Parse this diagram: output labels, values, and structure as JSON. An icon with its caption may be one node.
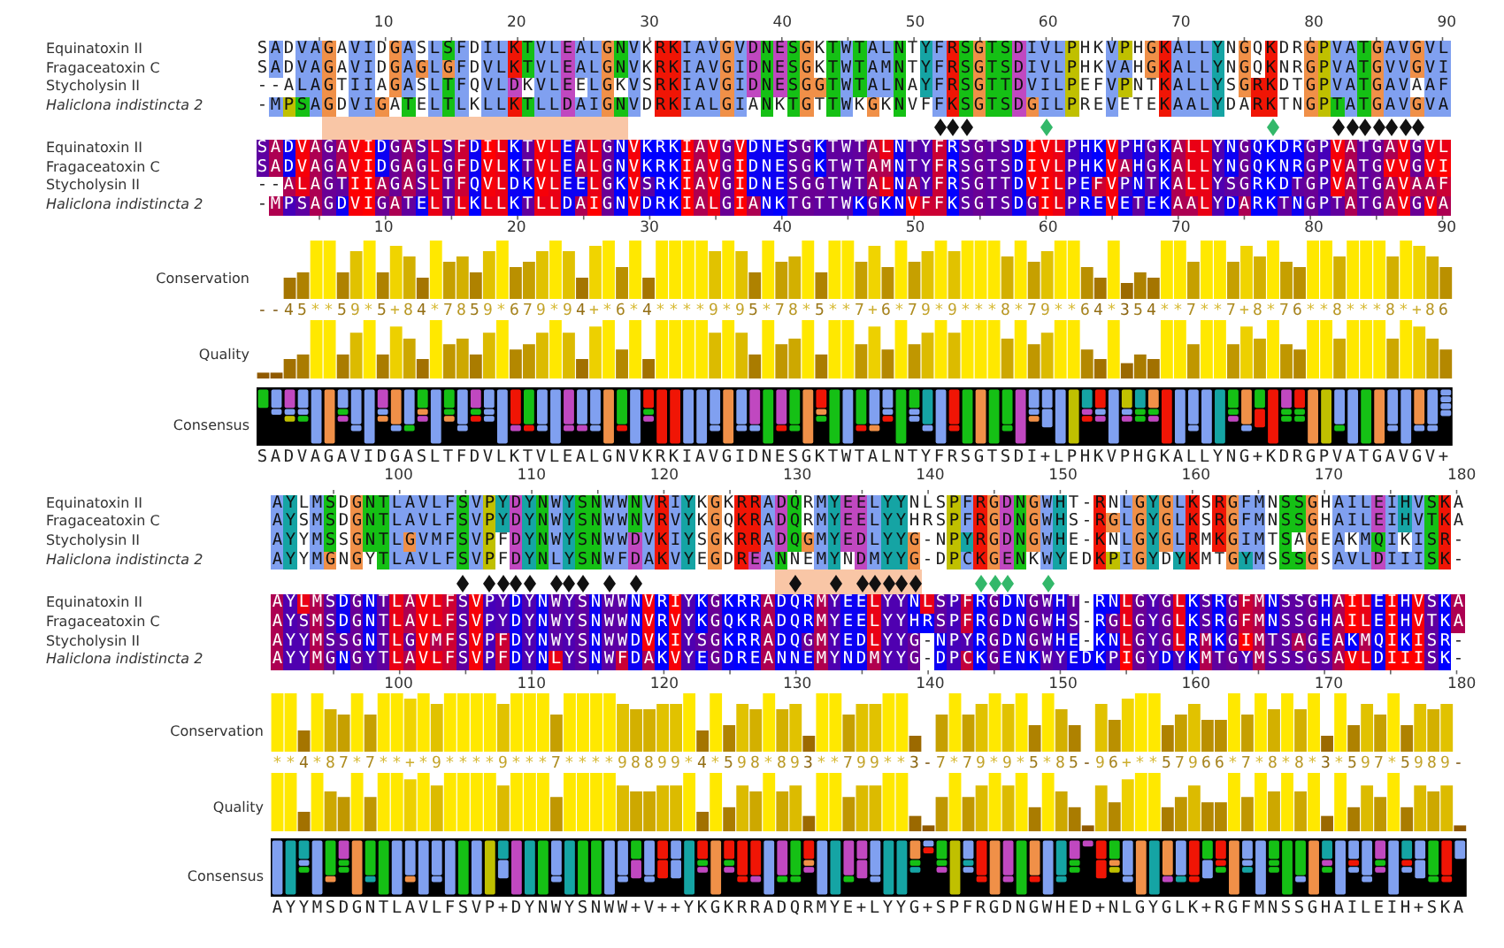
{
  "diagram": {
    "labels": [
      "10",
      "20",
      "30",
      "40",
      "50",
      "60",
      "70",
      "80",
      "90",
      "Equinatoxin II",
      "SADVAGAVIDGASLSFDILKTVLEALGNVKRKIAVGVDNESGKTWTALNTYFRSGTSDIVLPHKVPHGKALLYNGQKDRGPVATGAVGVL",
      "Fragaceatoxin C",
      "SADVAGAVIDGAGLGFDVLKTVLEALGNVKRKIAVGIDNESGKTWTAMNTYFRSGTSDIVLPHKVAHGKALLYNGQKNRGPVATGVVGVI",
      "Stycholysin II",
      "--ALAGTIIAGASLTFQVLDKVLEELGKVSRKIAVGIDNESGGTWTALNAYFRSGTTDVILPEFVPNTKALLYSGRKDTGPVATGAVAAF",
      "Haliclona indistincta 2",
      "-MPSAGDVIGATELTLKLLKTLLDAIGNVDRKIALGIANKTGTTWKGKNVFFKSGTSDGILPREVETEKAALYDARKTNGPTATGAVGVA",
      "Equinatoxin II",
      "SADVAGAVIDGASLSFDILKTVLEALGNVKRKIAVGVDNESGKTWTALNTYFRSGTSDIVLPHKVPHGKALLYNGQKDRGPVATGAVGVL",
      "Fragaceatoxin C",
      "SADVAGAVIDGAGLGFDVLKTVLEALGNVKRKIAVGIDNESGKTWTAMNTYFRSGTSDIVLPHKVAHGKALLYNGQKNRGPVATGVVGVI",
      "Stycholysin II",
      "--ALAGTIIAGASLTFQVLDKVLEELGKVSRKIAVGIDNESGGTWTALNAYFRSGTTDVILPEFVPNTKALLYSGRKDTGPVATGAVAAF",
      "Haliclona indistincta 2",
      "-MPSAGDVIGATELTLKLLKTLLDAIGNVDRKIALGIANKTGTTWKGKNVFFKSGTSDGILPREVETEKAALYDARKTNGPTATGAVGVA",
      "10",
      "20",
      "30",
      "40",
      "50",
      "60",
      "70",
      "80",
      "90",
      "Conservation",
      "--45**59*5+84*7859*679*94+*6*4****9*95*78*5**7+6*79*9***8*79**64*354**7**7+8*76**8***8*+86",
      "Quality",
      "Consensus",
      "SADVAGAVIDGASLTFDVLKTVLEALGNVKRKIAVGIDNESGKTWTALNTYFRSGTSDI+LPHKVPHGKALLYNG+KDRGPVATGAVGV+",
      "100",
      "110",
      "120",
      "130",
      "140",
      "150",
      "160",
      "170",
      "180",
      "Equinatoxin II",
      "AYLMSDGNTLAVLFSVPYDYNWYSNWWNVRIYKGKRRADQRMYEELYYNLSPFRGDNGWHT-RNLGYGLKSRGFMNSSGHAILEIHVSKA",
      "Fragaceatoxin C",
      "AYSMSDGNTLAVLFSVPYDYNWYSNWWNVRVYKGQKRADQRMYEELYYHRSPFRGDNGWHS-RGLGYGLKSRGFMNSSGHAILEIHVTKA",
      "Stycholysin II",
      "AYYMSSGNTLGVMFSVPFDYNWYSNWWDVKIYSGKRRADQGMYEDLYYG-NPYRGDNGWHE-KNLGYGLRMKGIMTSAGEAKMQIKISR-",
      "Haliclona indistincta 2",
      "AYYMGNGYTLAVLFSVPFDYNLYSNWFDAKVYEGDREANNEMYNDMYYG-DPCKGENKWYEDKPIGYDYKMTGYMSSSGSAVLDIIISK-",
      "Equinatoxin II",
      "AYLMSDGNTLAVLFSVPYDYNWYSNWWNVRIYKGKRRADQRMYEELYYNLSPFRGDNGWHT-RNLGYGLKSRGFMNSSGHAILEIHVSKA",
      "Fragaceatoxin C",
      "AYSMSDGNTLAVLFSVPYDYNWYSNWWNVRVYKGQKRADQRMYEELYYHRSPFRGDNGWHS-RGLGYGLKSRGFMNSSGHAILEIHVTKA",
      "Stycholysin II",
      "AYYMSSGNTLGVMFSVPFDYNWYSNWWDVKIYSGKRRADQGMYEDLYYG-NPYRGDNGWHE-KNLGYGLRMKGIMTSAGEAKMQIKISR-",
      "Haliclona indistincta 2",
      "AYYMGNGYTLAVLFSVPFDYNLYSNWFDAKVYEGDREANNEMYNDMYYG-DPCKGENKWYEDKPIGYDYKMTGYMSSSGSAVLDIIISK-",
      "100",
      "110",
      "120",
      "130",
      "140",
      "150",
      "160",
      "170",
      "180",
      "Conservation",
      "**4*87*7**+*9****9***7****98899*4*598*893**799**3-7*79*9*5*85-96+**57966*7*8*8*3*597*5989-",
      "Quality",
      "Consensus",
      "AYYMSDGNTLAVLFSVP+DYNWYSNWW+V++YKGKRRADQRMYE+LYYG+SPFRGDNGWHED+NLGYGLK+RGFMNSSGHAILEIH+SKA"
    ]
  }
}
